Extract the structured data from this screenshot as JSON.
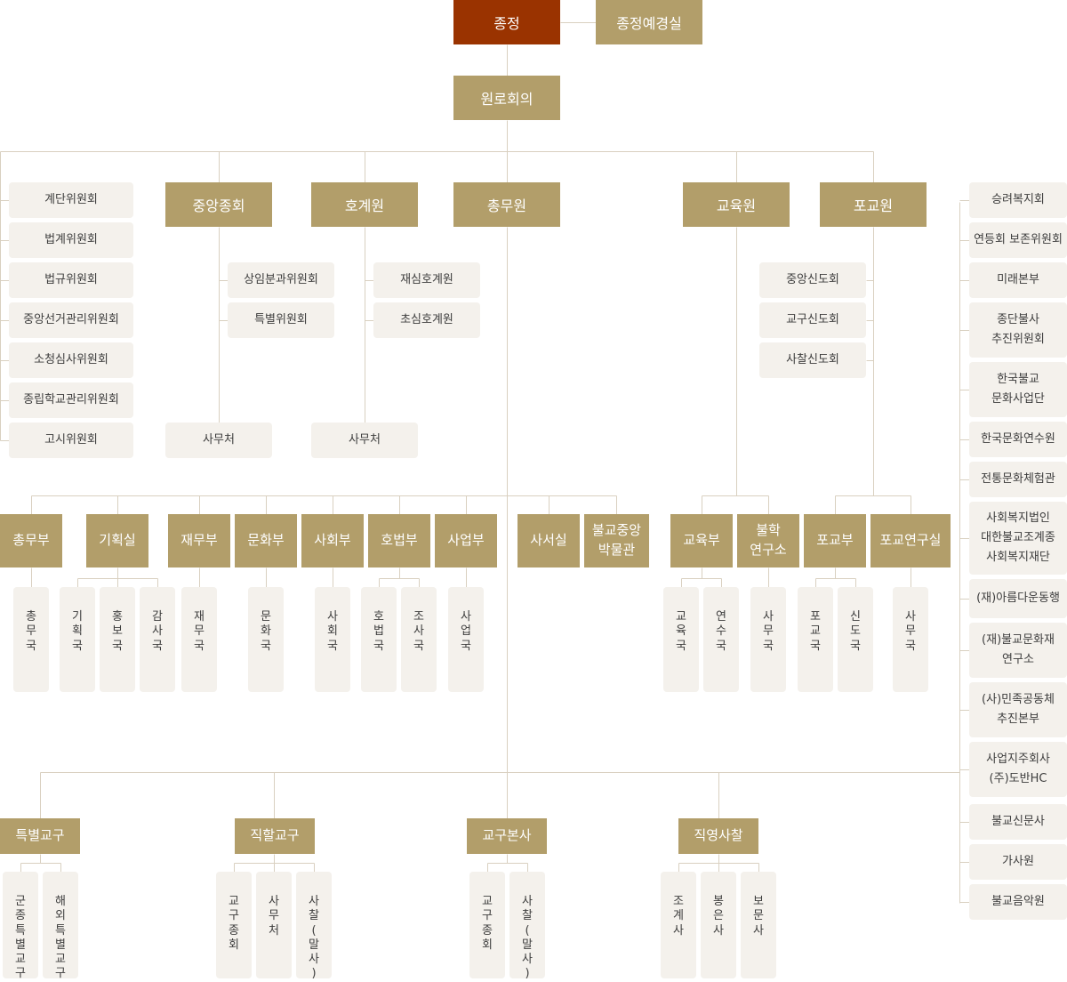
{
  "colors": {
    "primary": "#9a3300",
    "brand": "#b29e6a",
    "light": "#f4f1ec",
    "line": "#d9d0c0"
  },
  "nodes": {
    "jongjeong": "종정",
    "yegyeongsil": "종정예경실",
    "wonrohoeui": "원로회의",
    "jungang_jonghoe": "중앙종회",
    "hogyewon": "호계원",
    "chongmuwon": "총무원",
    "gyoyugwon": "교육원",
    "pogyowon": "포교원",
    "left_committees": [
      "계단위원회",
      "법계위원회",
      "법규위원회",
      "중앙선거관리위원회",
      "소청심사위원회",
      "종립학교관리위원회",
      "고시위원회"
    ],
    "jonghoe_subs": [
      "상임분과위원회",
      "특별위원회"
    ],
    "jonghoe_office": "사무처",
    "hogye_subs": [
      "재심호계원",
      "초심호계원"
    ],
    "hogye_office": "사무처",
    "pogyo_subs": [
      "중앙신도회",
      "교구신도회",
      "사찰신도회"
    ],
    "right_orgs": [
      "승려복지회",
      "연등회 보존위원회",
      "미래본부",
      "종단불사\n추진위원회",
      "한국불교\n문화사업단",
      "한국문화연수원",
      "전통문화체험관",
      "사회복지법인\n대한불교조계종\n사회복지재단",
      "(재)아름다운동행",
      "(재)불교문화재\n연구소",
      "(사)민족공동체\n추진본부",
      "사업지주회사\n(주)도반HC",
      "불교신문사",
      "가사원",
      "불교음악원"
    ],
    "depts": [
      "총무부",
      "기획실",
      "재무부",
      "문화부",
      "사회부",
      "호법부",
      "사업부",
      "사서실",
      "불교중앙\n박물관",
      "교육부",
      "불학\n연구소",
      "포교부",
      "포교연구실"
    ],
    "bureaus": [
      "총무국",
      "기획국",
      "홍보국",
      "감사국",
      "재무국",
      "문화국",
      "사회국",
      "호법국",
      "조사국",
      "사업국",
      "교육국",
      "연수국",
      "사무국",
      "포교국",
      "신도국",
      "사무국"
    ],
    "bottom_groups": [
      "특별교구",
      "직할교구",
      "교구본사",
      "직영사찰"
    ],
    "bottom_subs": [
      "군종특별교구",
      "해외특별교구",
      "교구종회",
      "사무처",
      "사찰(말사)",
      "교구종회",
      "사찰(말사)",
      "조계사",
      "봉은사",
      "보문사"
    ]
  }
}
